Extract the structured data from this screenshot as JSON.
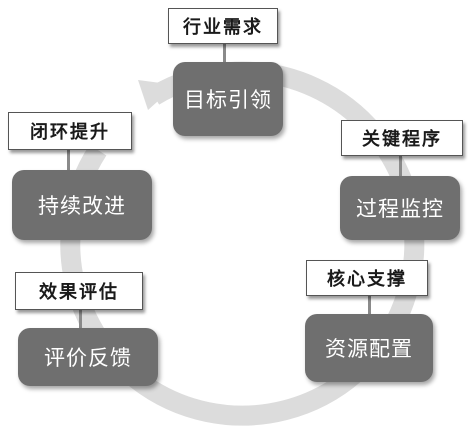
{
  "nodes": [
    {
      "id": "goal",
      "text": "目标引领",
      "tag": "行业需求"
    },
    {
      "id": "monitor",
      "text": "过程监控",
      "tag": "关键程序"
    },
    {
      "id": "resource",
      "text": "资源配置",
      "tag": "核心支撑"
    },
    {
      "id": "evaluate",
      "text": "评价反馈",
      "tag": "效果评估"
    },
    {
      "id": "improve",
      "text": "持续改进",
      "tag": "闭环提升"
    }
  ]
}
